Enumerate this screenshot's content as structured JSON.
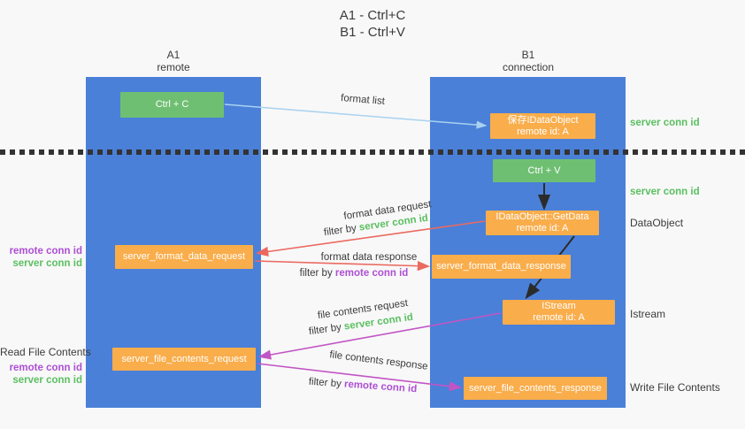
{
  "title": {
    "line1": "A1 - Ctrl+C",
    "line2": "B1 - Ctrl+V"
  },
  "columns": {
    "left": {
      "name": "A1",
      "subtitle": "remote"
    },
    "right": {
      "name": "B1",
      "subtitle": "connection"
    }
  },
  "nodes": {
    "ctrl_c": "Ctrl + C",
    "save_idataobject": {
      "line1": "保存IDataObject",
      "line2": "remote id: A"
    },
    "ctrl_v": "Ctrl + V",
    "getdata": {
      "line1": "IDataObject::GetData",
      "line2": "remote id: A"
    },
    "server_format_data_request": "server_format_data_request",
    "server_format_data_response": "server_format_data_response",
    "istream": {
      "line1": "IStream",
      "line2": "remote id: A"
    },
    "server_file_contents_request": "server_file_contents_request",
    "server_file_contents_response": "server_file_contents_response"
  },
  "edge_labels": {
    "format_list": "format list",
    "format_data_request": "format data request",
    "format_data_response": "format data response",
    "file_contents_request": "file contents request",
    "file_contents_response": "file contents response",
    "filter_by": "filter by ",
    "server_conn_id": "server conn id",
    "remote_conn_id": "remote conn id"
  },
  "annotations": {
    "server_conn_id": "server conn id",
    "remote_conn_id": "remote conn id",
    "dataobject": "DataObject",
    "istream": "Istream",
    "read_file_contents": "Read File Contents",
    "write_file_contents": "Write File Contents"
  },
  "colors": {
    "lane_blue": "#4a80d8",
    "box_green": "#6fbf72",
    "box_orange": "#f9ad4b",
    "text_green": "#5abf60",
    "text_purple": "#ad4fd4",
    "arrow_red": "#ea6a60",
    "arrow_magenta": "#c155c5",
    "arrow_lightblue": "#a8d2f0",
    "arrow_black": "#2b2b2b"
  }
}
